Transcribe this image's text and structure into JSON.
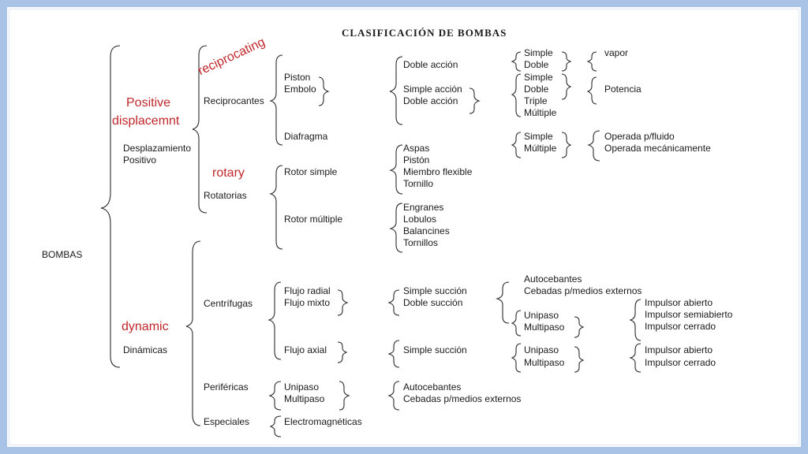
{
  "title": "CLASIFICACIÓN DE BOMBAS",
  "root": "BOMBAS",
  "annotations": {
    "reciprocating": "reciprocating",
    "positive_1": "Positive",
    "positive_2": "displacemnt",
    "rotary": "rotary",
    "dynamic": "dynamic"
  },
  "level1": {
    "despl_1": "Desplazamiento",
    "despl_2": "Positivo",
    "dinamicas": "Dinámicas"
  },
  "level2": {
    "reciprocantes": "Reciprocantes",
    "rotatorias": "Rotatorias",
    "centrifugas": "Centrífugas",
    "perifericas": "Periféricas",
    "especiales": "Especiales"
  },
  "level3": {
    "piston": "Piston",
    "embolo": "Embolo",
    "diafragma": "Diafragma",
    "rotor_simple": "Rotor simple",
    "rotor_multiple": "Rotor múltiple",
    "flujo_radial": "Flujo radial",
    "flujo_mixto": "Flujo mixto",
    "flujo_axial": "Flujo axial",
    "unipaso": "Unipaso",
    "multipaso": "Multipaso",
    "electromagneticas": "Electromagnéticas"
  },
  "level4": {
    "doble_accion_a": "Doble acción",
    "simple_accion": "Simple acción",
    "doble_accion_b": "Doble acción",
    "aspas": "Aspas",
    "piston": "Pistón",
    "miembro_flexible": "Miembro flexible",
    "tornillo": "Tornillo",
    "engranes": "Engranes",
    "lobulos": "Lobulos",
    "balancines": "Balancines",
    "tornillos": "Tornillos",
    "simple_succion_a": "Simple succión",
    "doble_succion": "Doble succión",
    "simple_succion_b": "Simple succión",
    "autocebantes": "Autocebantes",
    "cebadas": "Cebadas p/medios externos"
  },
  "level5": {
    "simple_a": "Simple",
    "doble_a": "Doble",
    "simple_b": "Simple",
    "doble_b": "Doble",
    "triple": "Triple",
    "multiple_a": "Múltiple",
    "simple_c": "Simple",
    "multiple_b": "Múltiple",
    "autocebantes": "Autocebantes",
    "cebadas": "Cebadas p/medios externos",
    "unipaso_a": "Unipaso",
    "multipaso_a": "Multipaso",
    "unipaso_b": "Unipaso",
    "multipaso_b": "Multipaso"
  },
  "level6": {
    "vapor": "vapor",
    "potencia": "Potencia",
    "operada_fluido": "Operada p/fluido",
    "operada_mecanica": "Operada mecánicamente",
    "impulsor_abierto_a": "Impulsor abierto",
    "impulsor_semiabierto": "Impulsor semiabierto",
    "impulsor_cerrado_a": "Impulsor cerrado",
    "impulsor_abierto_b": "Impulsor abierto",
    "impulsor_cerrado_b": "Impulsor cerrado"
  },
  "colors": {
    "annotation": "#c0262b",
    "frame": "#a9c3e6"
  }
}
